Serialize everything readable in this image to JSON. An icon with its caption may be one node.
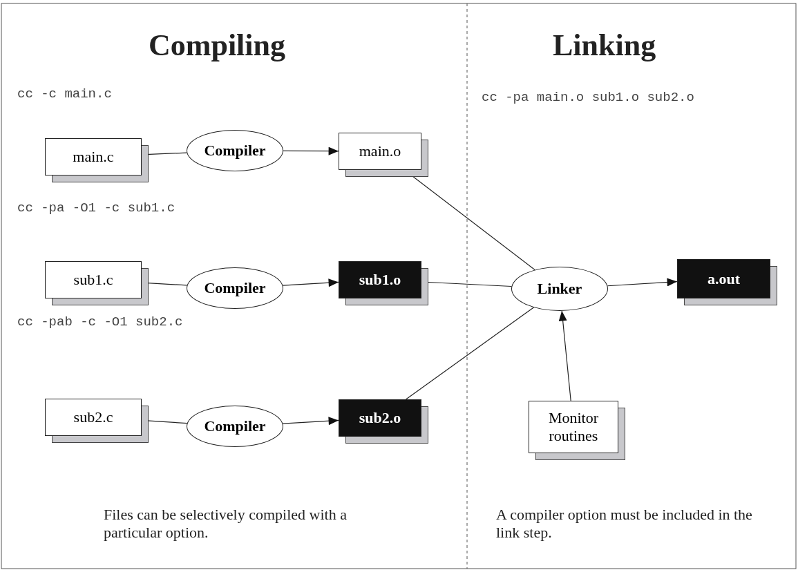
{
  "diagram": {
    "nodes": [
      {
        "text": [
          "main.c"
        ]
      },
      {
        "text": [
          "Compiler"
        ]
      },
      {
        "text": [
          "main.o"
        ]
      },
      {
        "text": [
          "sub1.c"
        ]
      },
      {
        "text": [
          "Compiler"
        ]
      },
      {
        "text": [
          "sub1.o"
        ]
      },
      {
        "text": [
          "sub2.c"
        ]
      },
      {
        "text": [
          "Compiler"
        ]
      },
      {
        "text": [
          "sub2.o"
        ]
      },
      {
        "text": [
          "Linker"
        ]
      },
      {
        "text": [
          "a.out"
        ]
      },
      {
        "text": [
          "Monitor routines"
        ]
      }
    ],
    "edges": [
      {
        "from": 0,
        "to": 1,
        "arrow": "none"
      },
      {
        "from": 1,
        "to": 2,
        "arrow": "to"
      },
      {
        "from": 3,
        "to": 4,
        "arrow": "none"
      },
      {
        "from": 4,
        "to": 5,
        "arrow": "to"
      },
      {
        "from": 6,
        "to": 7,
        "arrow": "none"
      },
      {
        "from": 7,
        "to": 8,
        "arrow": "to"
      },
      {
        "from": 2,
        "to": 9,
        "arrow": "none"
      },
      {
        "from": 5,
        "to": 9,
        "arrow": "none"
      },
      {
        "from": 8,
        "to": 9,
        "arrow": "none"
      },
      {
        "from": 9,
        "to": 10,
        "arrow": "to"
      },
      {
        "from": 11,
        "to": 9,
        "arrow": "to"
      }
    ],
    "labels": [
      "Compiling",
      "Linking",
      "cc -c main.c",
      "cc -pa main.o sub1.o sub2.o",
      "cc -pa -O1 -c sub1.c",
      "cc -pab -c -O1 sub2.c",
      "Files can be selectively compiled with a particular option.",
      "A compiler option must be included in the link step."
    ]
  }
}
